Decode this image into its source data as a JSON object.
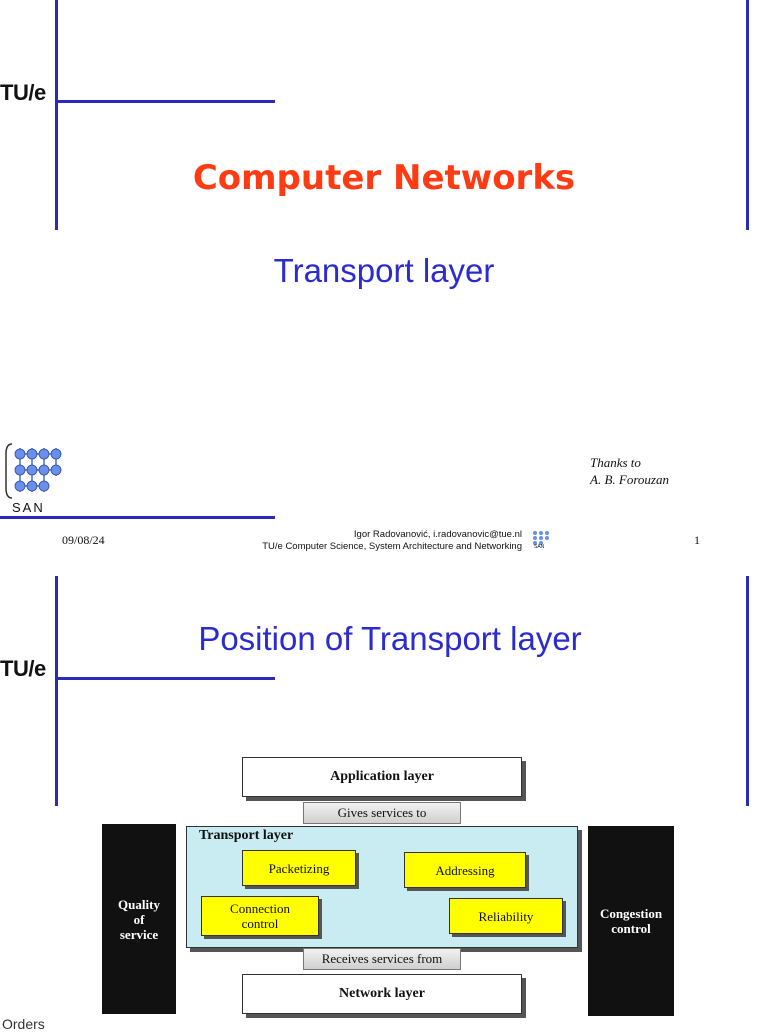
{
  "slide1": {
    "logo_tu": "TU/",
    "logo_e": "e",
    "title": "Computer Networks",
    "subtitle": "Transport layer",
    "san_label": "SAN",
    "thanks_line1": "Thanks to",
    "thanks_line2": "A. B. Forouzan",
    "footer": {
      "date": "09/08/24",
      "author": "Igor Radovanović, i.radovanovic@tue.nl",
      "dept": "TU/e Computer Science, System Architecture and Networking",
      "san_small": "SAN",
      "page": "1"
    }
  },
  "slide2": {
    "logo_tu": "TU/",
    "logo_e": "e",
    "title": "Position of Transport layer",
    "diagram": {
      "application_layer": "Application layer",
      "gives_services": "Gives services to",
      "transport_layer": "Transport layer",
      "packetizing": "Packetizing",
      "addressing": "Addressing",
      "connection_control_1": "Connection",
      "connection_control_2": "control",
      "reliability": "Reliability",
      "receives_services": "Receives services from",
      "network_layer": "Network layer",
      "qos_1": "Quality",
      "qos_2": "of",
      "qos_3": "service",
      "congestion_1": "Congestion",
      "congestion_2": "control"
    },
    "bottom_fragment": "Orders"
  },
  "colors": {
    "accent_blue": "#2b2bb8",
    "title_orange": "#ff3b14",
    "transport_bg": "#c8ecf2",
    "box_yellow": "#ffff00"
  }
}
